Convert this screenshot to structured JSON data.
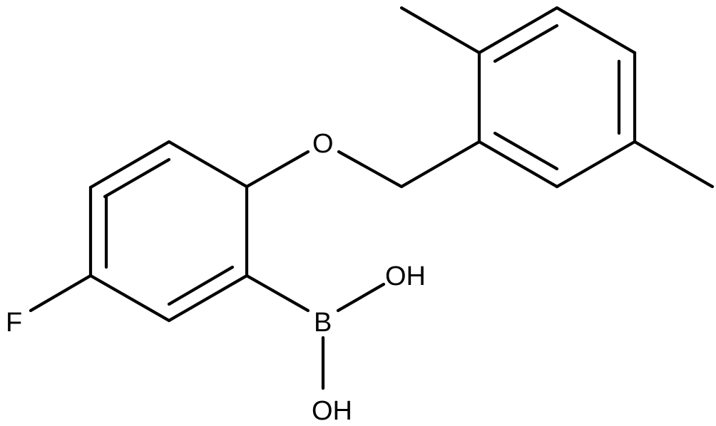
{
  "atoms": {
    "F": "F",
    "O": "O",
    "B": "B",
    "OH_top": "OH",
    "OH_bottom": "OH"
  }
}
